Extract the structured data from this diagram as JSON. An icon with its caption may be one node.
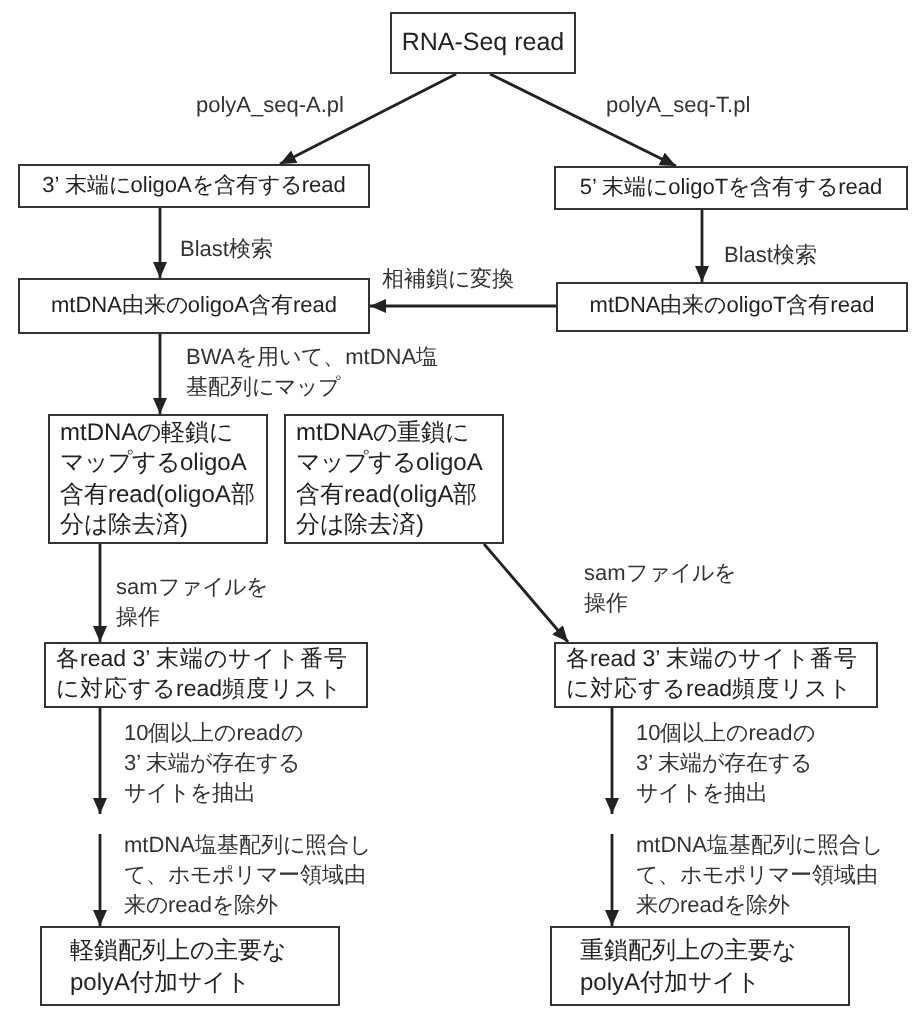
{
  "diagram": {
    "nodes": [
      {
        "text": [
          "RNA-Seq read"
        ]
      },
      {
        "text": [
          "3’ 末端にoligoAを含有するread"
        ]
      },
      {
        "text": [
          "5’ 末端にoligoTを含有するread"
        ]
      },
      {
        "text": [
          "mtDNA由来のoligoA含有read"
        ]
      },
      {
        "text": [
          "mtDNA由来のoligoT含有read"
        ]
      },
      {
        "text": [
          "mtDNAの軽鎖にマップするoligoA含有read(oligoA部分は除去済)"
        ]
      },
      {
        "text": [
          "mtDNAの重鎖にマップするoligoA含有read(oligA部分は除去済)"
        ]
      },
      {
        "text": [
          "各read 3’ 末端のサイト番号に対応するread頻度リスト"
        ]
      },
      {
        "text": [
          "各read 3’ 末端のサイト番号に対応するread頻度リスト"
        ]
      },
      {
        "text": [
          "軽鎖配列上の主要なpolyA付加サイト"
        ]
      },
      {
        "text": [
          "重鎖配列上の主要なpolyA付加サイト"
        ]
      }
    ],
    "edges": [
      {
        "from": 0,
        "to": 1,
        "arrow": "to",
        "label": "polyA_seq-A.pl"
      },
      {
        "from": 0,
        "to": 2,
        "arrow": "to",
        "label": "polyA_seq-T.pl"
      },
      {
        "from": 1,
        "to": 3,
        "arrow": "to",
        "label": "Blast検索"
      },
      {
        "from": 2,
        "to": 4,
        "arrow": "to",
        "label": "Blast検索"
      },
      {
        "from": 4,
        "to": 3,
        "arrow": "to",
        "label": "相補鎖に変換"
      },
      {
        "from": 3,
        "to": 5,
        "arrow": "to",
        "label": "BWAを用いて、mtDNA塩基配列にマップ"
      },
      {
        "from": 5,
        "to": 7,
        "arrow": "to",
        "label": "samファイルを操作"
      },
      {
        "from": 6,
        "to": 8,
        "arrow": "to",
        "label": "samファイルを操作"
      },
      {
        "from": 7,
        "to": null,
        "arrow": "to",
        "label": "10個以上のreadの3’ 末端が存在するサイトを抽出"
      },
      {
        "from": null,
        "to": 9,
        "arrow": "to",
        "label": "mtDNA塩基配列に照合して、ホモポリマー領域由来のreadを除外"
      },
      {
        "from": 8,
        "to": null,
        "arrow": "to",
        "label": "10個以上のreadの3’ 末端が存在するサイトを抽出"
      },
      {
        "from": null,
        "to": 10,
        "arrow": "to",
        "label": "mtDNA塩基配列に照合して、ホモポリマー領域由来のreadを除外"
      }
    ]
  }
}
